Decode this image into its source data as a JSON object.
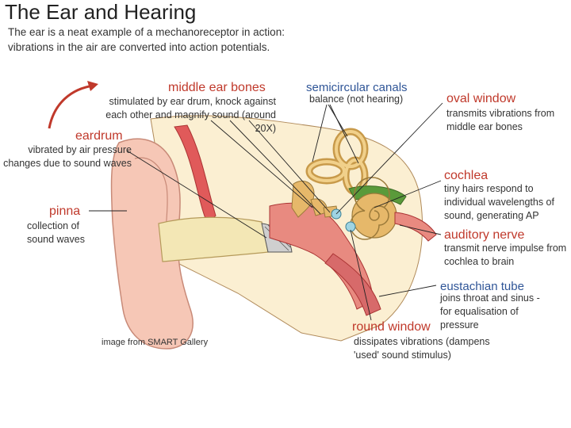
{
  "title": "The Ear and Hearing",
  "intro": "The ear is a neat example of a mechanoreceptor in action: vibrations in the air are converted into action potentials.",
  "labels": {
    "middle_ear_bones": {
      "name": "middle ear bones",
      "desc": "stimulated by ear drum, knock against each other and magnify sound (around 20X)"
    },
    "semicircular_canals": {
      "name": "semicircular canals",
      "desc": "balance (not hearing)"
    },
    "oval_window": {
      "name": "oval window",
      "desc": "transmits vibrations from middle ear bones"
    },
    "eardrum": {
      "name": "eardrum",
      "desc": "vibrated by air pressure changes due to sound waves"
    },
    "cochlea": {
      "name": "cochlea",
      "desc": "tiny hairs respond to individual wavelengths of sound, generating AP"
    },
    "pinna": {
      "name": "pinna",
      "desc": "collection of sound waves"
    },
    "auditory_nerve": {
      "name": "auditory nerve",
      "desc": "transmit nerve impulse from cochlea to brain"
    },
    "eustachian_tube": {
      "name": "eustachian tube",
      "desc": "joins throat and sinus - for equalisation of pressure"
    },
    "round_window": {
      "name": "round window",
      "desc": "dissipates vibrations (dampens 'used' sound stimulus)"
    }
  },
  "credit": "image from SMART Gallery",
  "colors": {
    "label_red": "#c0392b",
    "label_blue": "#2f5597",
    "skin": "#f6c7b6",
    "canal": "#f3e7b5",
    "tissue_red": "#e05a5a",
    "bone": "#e6b86a",
    "cochlea_green": "#5a9a3a"
  }
}
